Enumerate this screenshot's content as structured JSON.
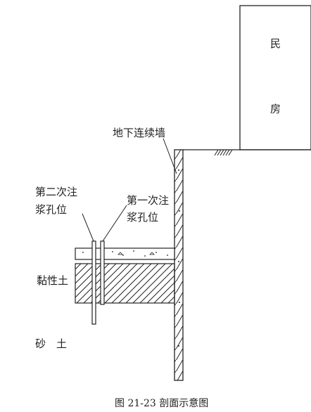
{
  "labels": {
    "house_line1": "民",
    "house_line2": "房",
    "wall": "地下连续墙",
    "second_grout_line1": "第二次注",
    "second_grout_line2": "浆孔位",
    "first_grout_line1": "第一次注",
    "first_grout_line2": "浆孔位",
    "clay": "黏性土",
    "sand": "砂　土",
    "caption": "图 21-23  剖面示意图"
  }
}
